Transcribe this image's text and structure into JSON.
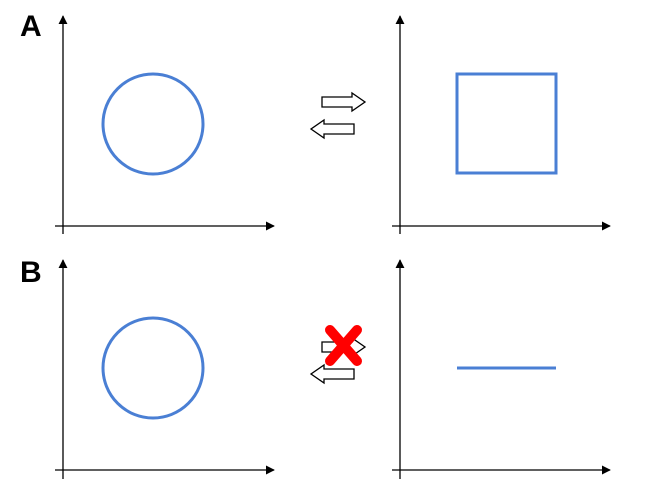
{
  "panels": [
    {
      "label": "A",
      "left_shape": "circle",
      "right_shape": "square",
      "mapping": "bidirectional"
    },
    {
      "label": "B",
      "left_shape": "circle",
      "right_shape": "line",
      "mapping": "one-way-backward"
    }
  ],
  "icons": {
    "forward_arrow": "right-arrow-icon",
    "backward_arrow": "left-arrow-icon",
    "blocked_mark": "cross-icon"
  },
  "colors": {
    "shape": "#4a7fd4",
    "cross": "#ff0000",
    "axis": "#000000"
  }
}
